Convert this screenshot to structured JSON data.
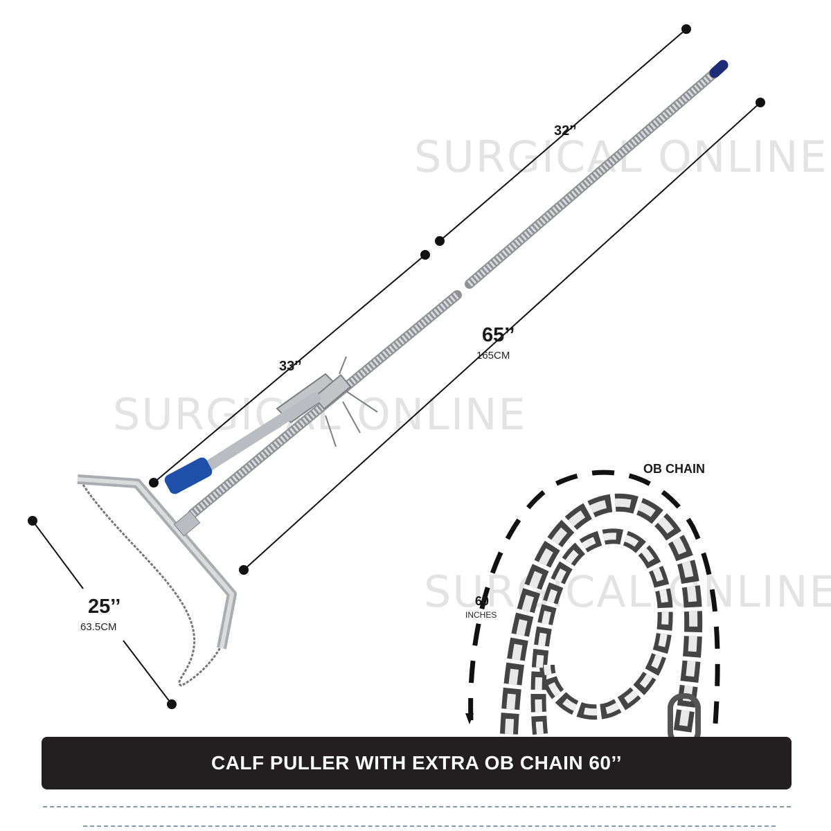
{
  "watermark": "SURGICAL ONLINE",
  "dimensions": {
    "upper_rod": "32’’",
    "lower_rod": "33’’",
    "total": "65’’",
    "total_cm": "165CM",
    "frame": "25’’",
    "frame_cm": "63.5CM"
  },
  "chain": {
    "label": "OB CHAIN",
    "length_value": "60",
    "length_unit": "INCHES"
  },
  "banner": {
    "title": "CALF PULLER WITH EXTRA OB CHAIN 60’’"
  },
  "colors": {
    "banner_bg": "#231f20",
    "grip_blue": "#1f4fa8",
    "steel": "#b9bcc0"
  }
}
